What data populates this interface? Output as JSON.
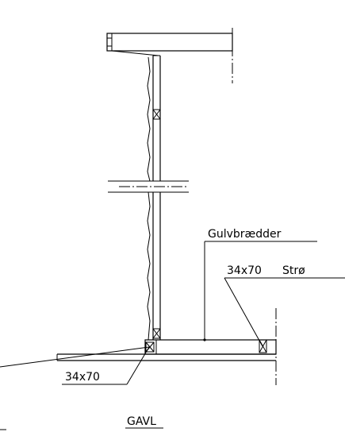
{
  "labels": {
    "floorboards": "Gulvbrædder",
    "joist_size": "34x70",
    "joist_name": "Strø",
    "bottom_size": "34x70",
    "section_title": "GAVL"
  },
  "colors": {
    "line": "#000000",
    "background": "#ffffff"
  }
}
